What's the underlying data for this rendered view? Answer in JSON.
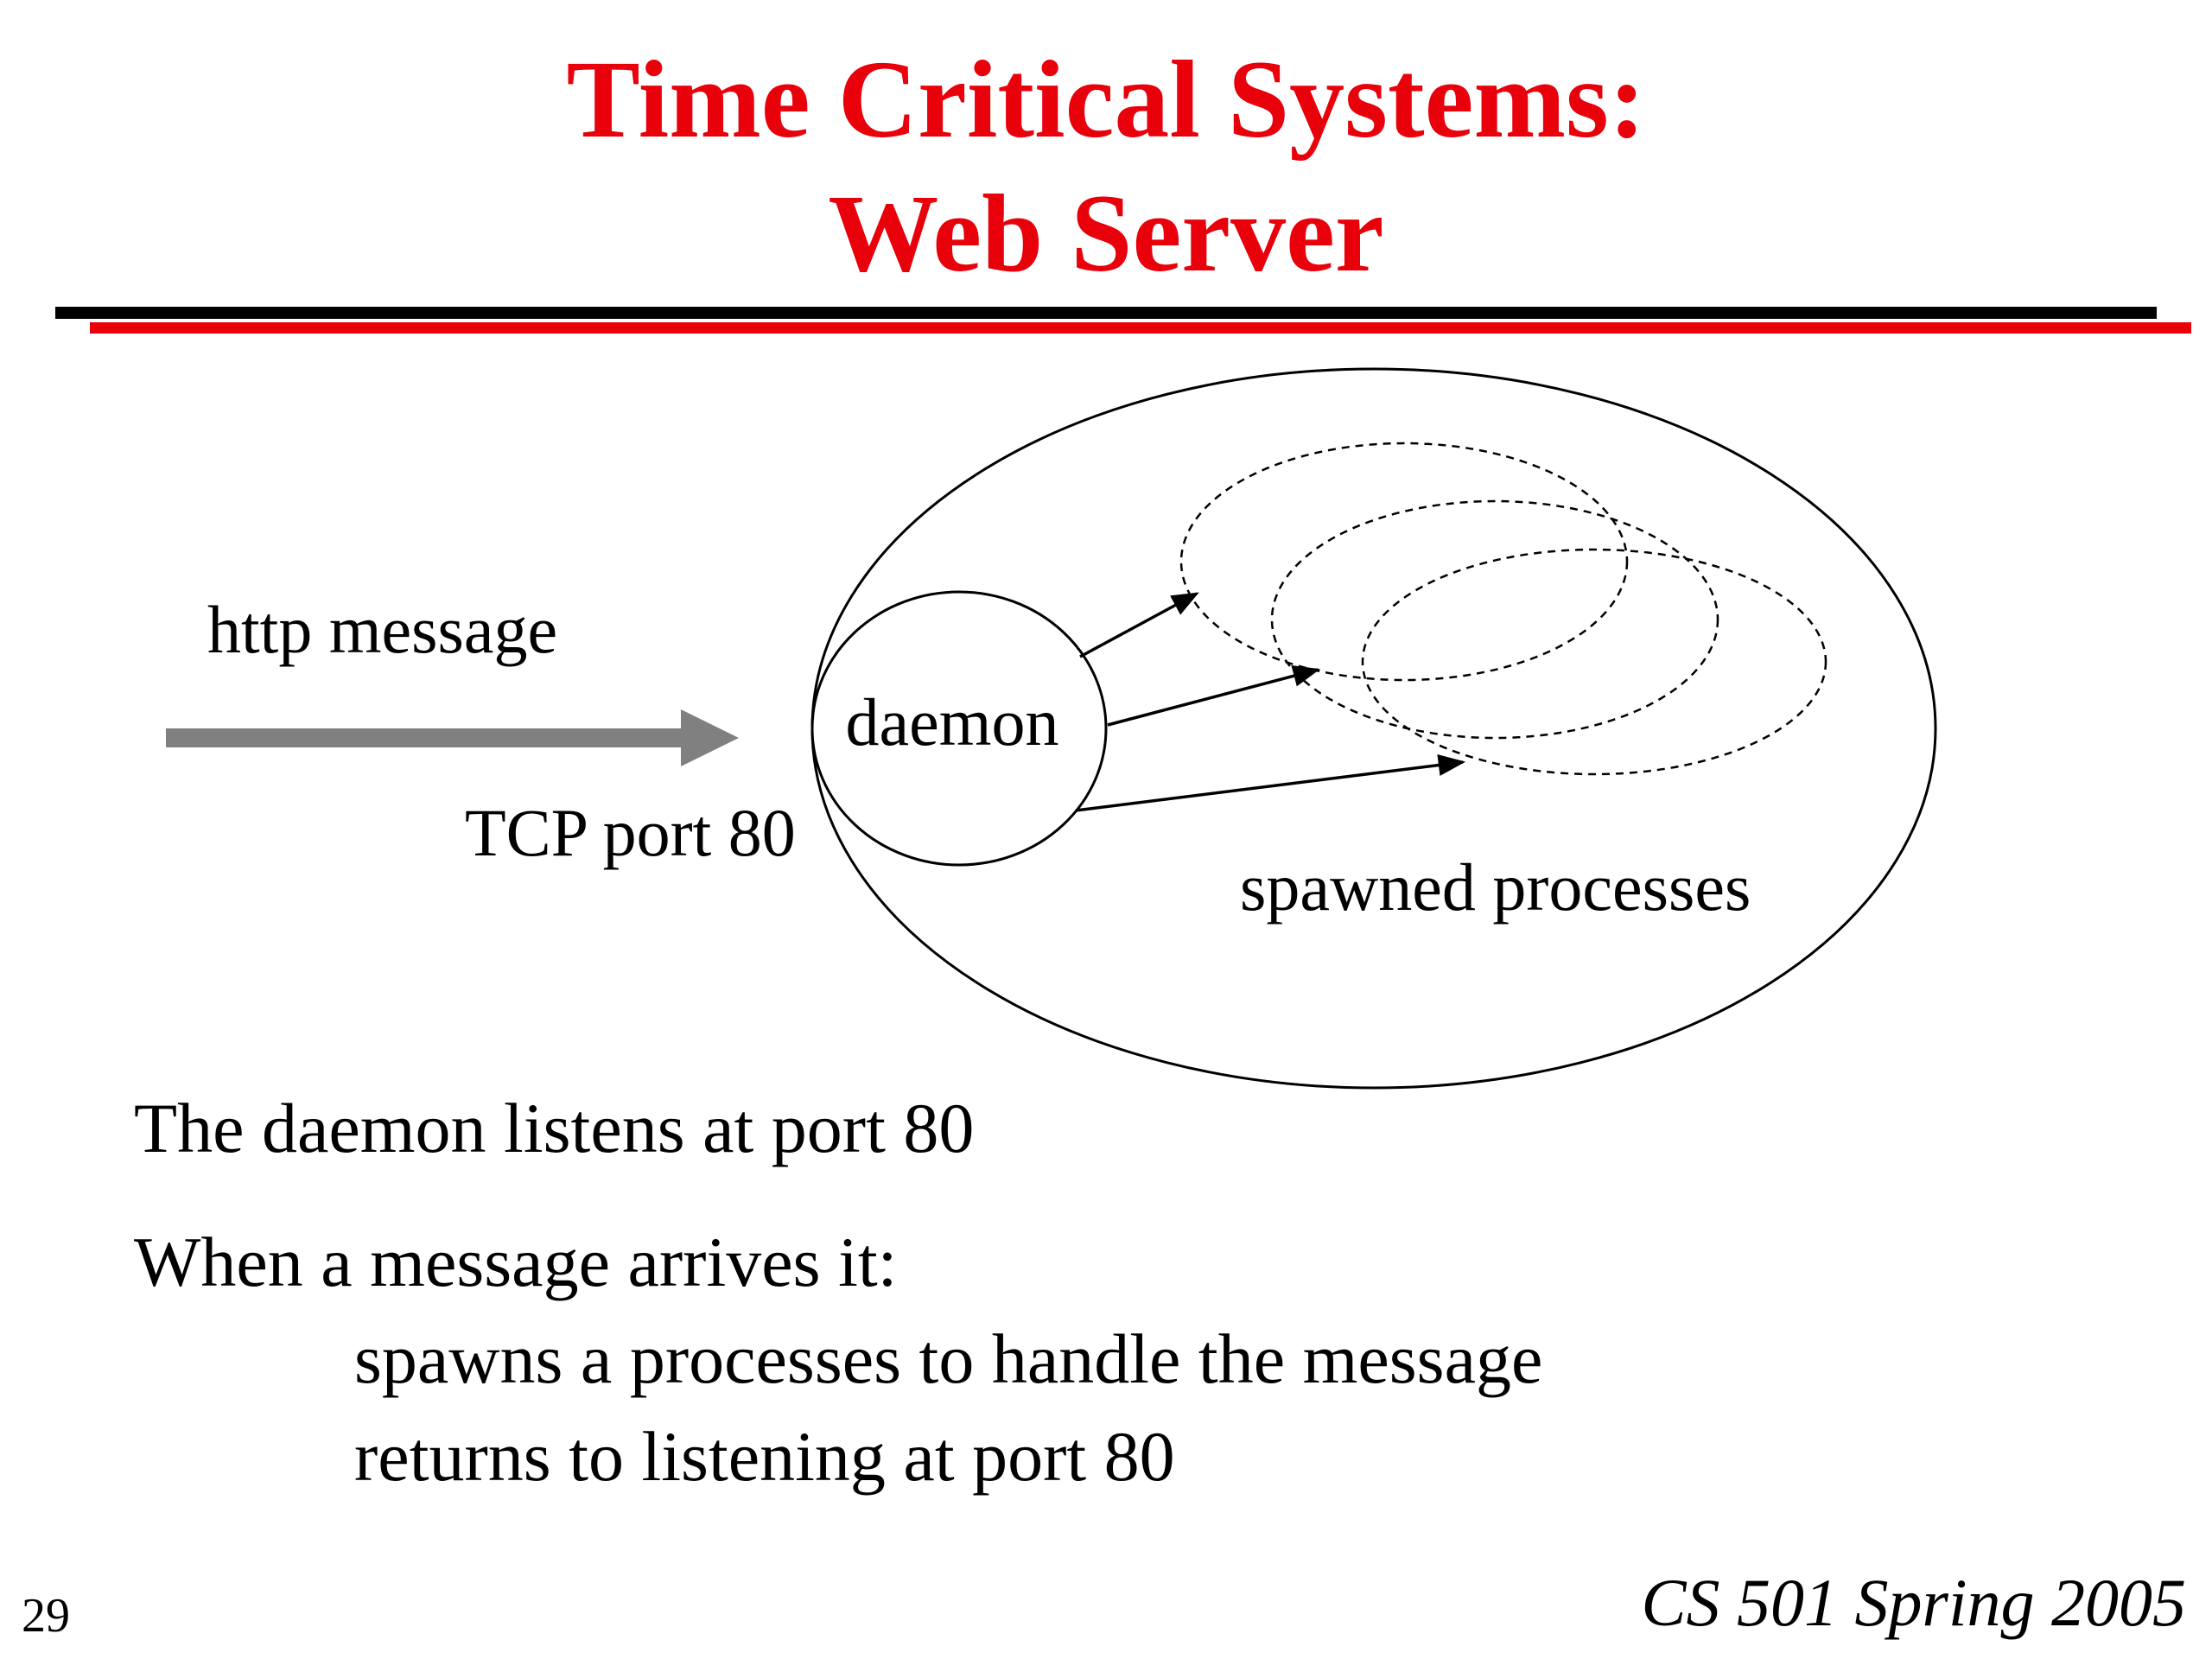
{
  "slide": {
    "title_line_1": "Time Critical Systems:",
    "title_line_2": "Web Server",
    "accent_color": "#e8000b"
  },
  "diagram": {
    "incoming_label": "http message",
    "port_label": "TCP port 80",
    "daemon_label": "daemon",
    "spawned_label": "spawned processes"
  },
  "body": {
    "line_1": "The daemon listens at port 80",
    "line_2": "When a message arrives it:",
    "line_3": "spawns a processes to handle the message",
    "line_4": "returns to listening at port 80"
  },
  "footer": {
    "slide_number": "29",
    "course": "CS 501 Spring 2005"
  }
}
